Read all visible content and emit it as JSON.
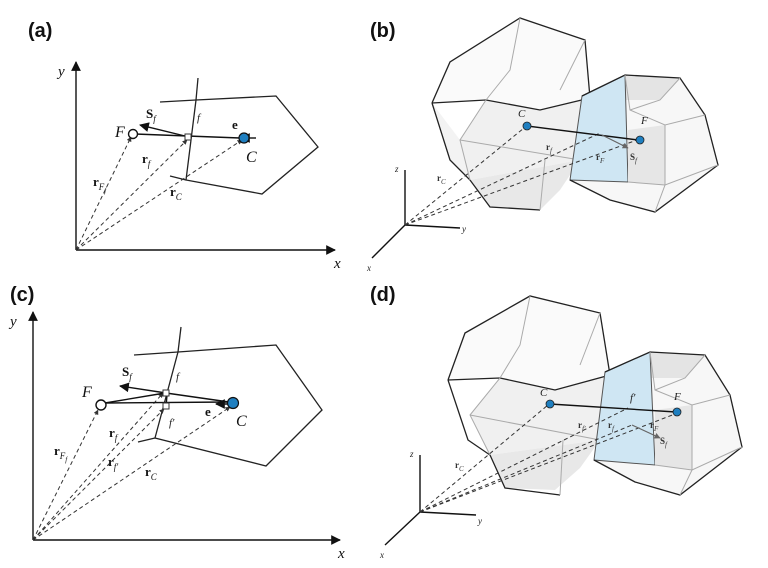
{
  "panels": {
    "a": {
      "label": "(a)",
      "x_axis": "x",
      "y_axis": "y",
      "F": "F",
      "C": "C",
      "f": "f",
      "S": "S",
      "S_sub": "f",
      "e": "e",
      "r_f": "r",
      "r_f_sub": "f",
      "r_F": "r",
      "r_F_sub": "F",
      "r_F_sub2": "f",
      "r_C": "r",
      "r_C_sub": "C"
    },
    "b": {
      "label": "(b)",
      "x_axis": "x",
      "y_axis": "y",
      "z_axis": "z",
      "C": "C",
      "F": "F",
      "S": "S",
      "S_sub": "f",
      "r_f": "r",
      "r_f_sub": "f",
      "r_F": "r",
      "r_F_sub": "F",
      "r_C": "r",
      "r_C_sub": "C"
    },
    "c": {
      "label": "(c)",
      "x_axis": "x",
      "y_axis": "y",
      "F": "F",
      "C": "C",
      "f": "f",
      "f_prime": "f′",
      "S": "S",
      "S_sub": "f",
      "e": "e",
      "r_f": "r",
      "r_f_sub": "f",
      "r_fp": "r",
      "r_fp_sub": "f′",
      "r_F": "r",
      "r_F_sub": "F",
      "r_F_sub2": "f",
      "r_C": "r",
      "r_C_sub": "C"
    },
    "d": {
      "label": "(d)",
      "x_axis": "x",
      "y_axis": "y",
      "z_axis": "z",
      "C": "C",
      "F": "F",
      "f_prime": "f′",
      "S": "S",
      "S_sub": "f",
      "r_fp": "r",
      "r_fp_sub": "f′",
      "r_f": "r",
      "r_f_sub": "f",
      "r_F": "r",
      "r_F_sub": "F",
      "r_C": "r",
      "r_C_sub": "C"
    }
  },
  "colors": {
    "cell_center": "#1f7fc0",
    "face_highlight": "#cfe6f3",
    "face_gray": "#e6e6e6"
  }
}
